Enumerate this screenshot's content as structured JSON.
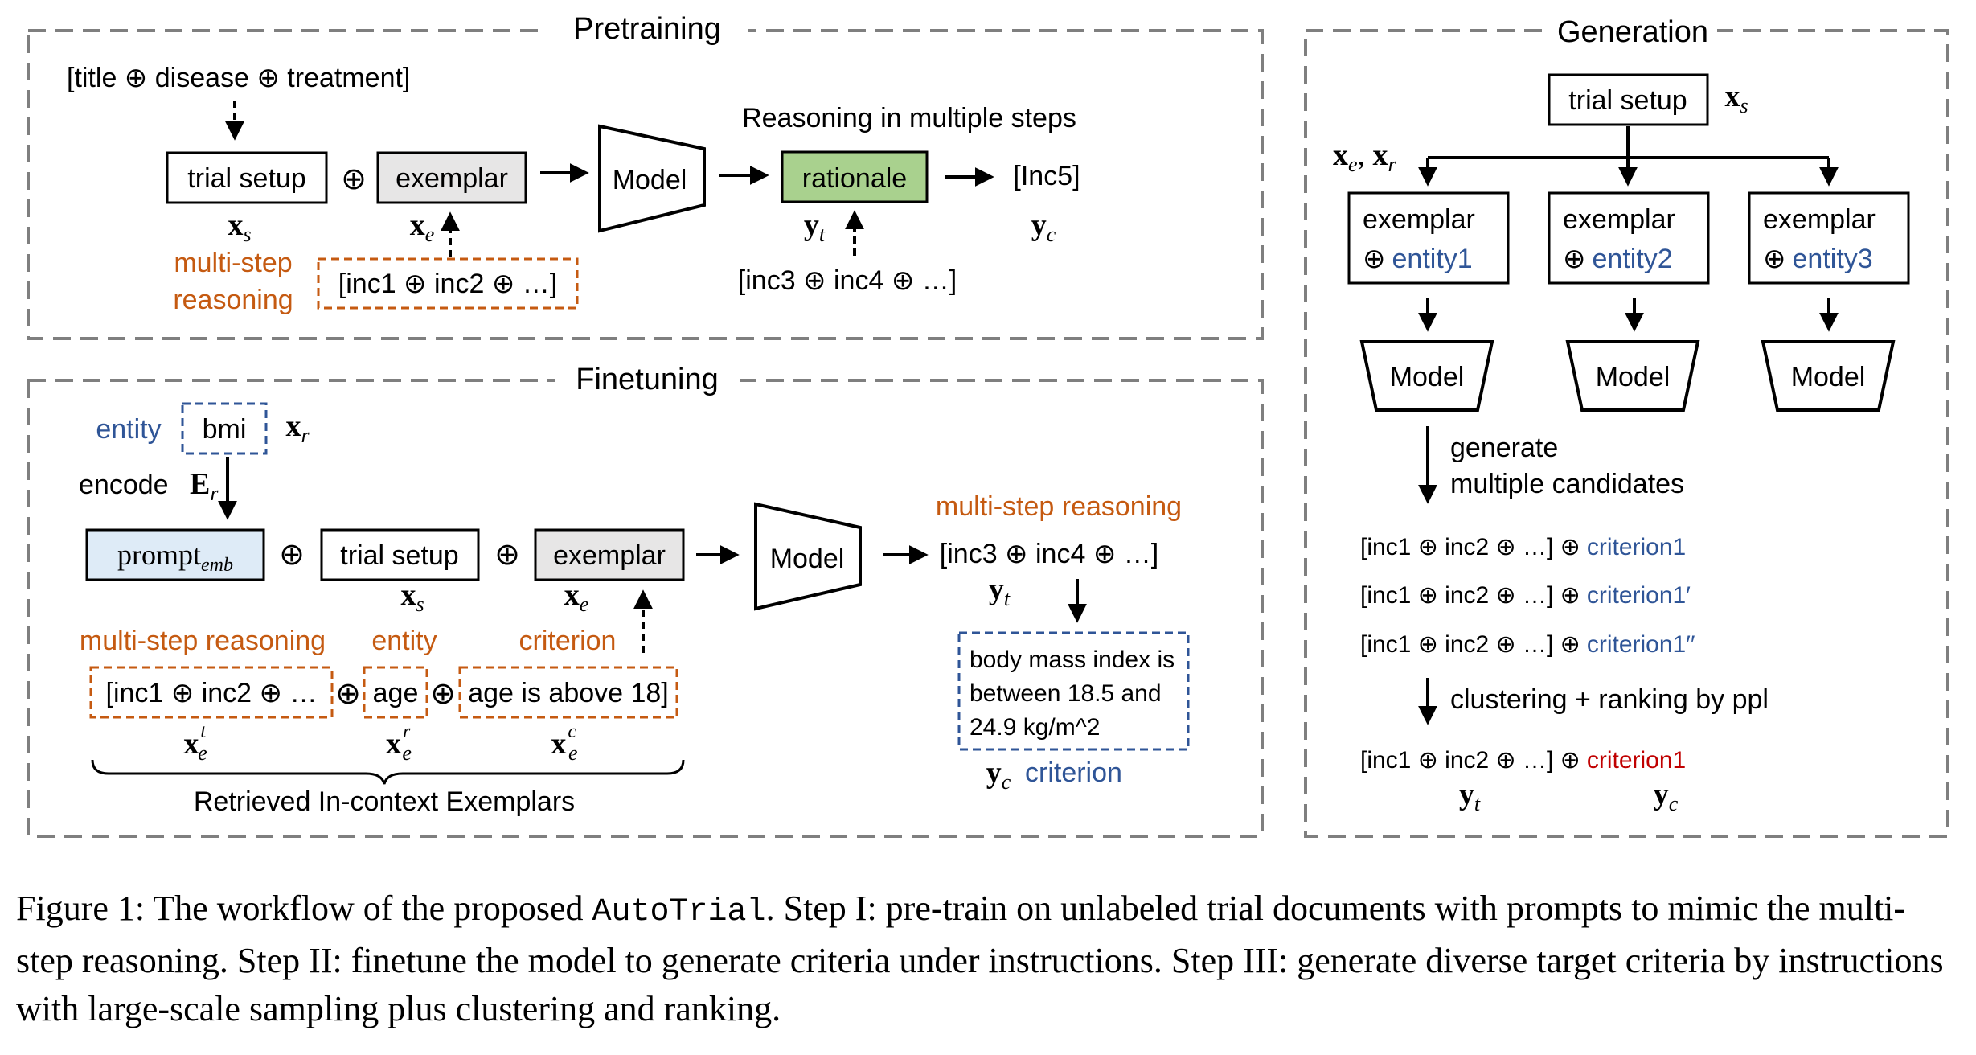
{
  "colors": {
    "panel_border": "#7f7f7f",
    "orange": "#c55a11",
    "blue": "#2f5597",
    "red": "#c00000",
    "green_fill": "#a9d18e",
    "gray_fill": "#e7e6e6",
    "blue_fill": "#deebf7"
  },
  "pretraining": {
    "title": "Pretraining",
    "input_concat": "[title ⊕ disease ⊕ treatment]",
    "trial_setup": "trial setup",
    "oplus": "⊕",
    "exemplar": "exemplar",
    "model": "Model",
    "reasoning_label": "Reasoning in multiple steps",
    "rationale": "rationale",
    "output_inc": "[Inc5]",
    "sym_xs": "x",
    "sub_s": "s",
    "sym_xe": "x",
    "sub_e": "e",
    "sym_yt": "y",
    "sub_t": "t",
    "sym_yc": "y",
    "sub_c": "c",
    "msr_line1": "multi-step",
    "msr_line2": "reasoning",
    "inc_chain_a": "[inc1 ⊕ inc2 ⊕ …]",
    "inc_chain_b": "[inc3 ⊕ inc4 ⊕ …]"
  },
  "finetuning": {
    "title": "Finetuning",
    "entity_label": "entity",
    "entity_value": "bmi",
    "sym_xr": "x",
    "sub_r": "r",
    "encode_label": "encode",
    "sym_Er": "E",
    "sub_Er": "r",
    "prompt_main": "prompt",
    "prompt_sub": "emb",
    "oplus": "⊕",
    "trial_setup": "trial setup",
    "exemplar": "exemplar",
    "model": "Model",
    "msr_label": "multi-step reasoning",
    "output_chain": "[inc3 ⊕ inc4 ⊕ …]",
    "sym_xs": "x",
    "sub_s": "s",
    "sym_xe": "x",
    "sub_e": "e",
    "sym_yt": "y",
    "sub_t": "t",
    "msr_label2": "multi-step reasoning",
    "entity_label2": "entity",
    "criterion_label": "criterion",
    "ex_chain": "[inc1 ⊕ inc2 ⊕ …",
    "ex_entity": "age",
    "ex_criterion": "age is above 18]",
    "sup_t": "t",
    "sup_r": "r",
    "sup_c": "c",
    "bracket_label": "Retrieved In-context Exemplars",
    "output_box_line1": "body mass index is",
    "output_box_line2": "between 18.5 and",
    "output_box_line3": "24.9 kg/m^2",
    "sym_yc": "y",
    "sub_c": "c",
    "criterion_label2": "criterion"
  },
  "generation": {
    "title": "Generation",
    "trial_setup": "trial setup",
    "sym_xs": "x",
    "sub_s": "s",
    "sym_xe_xr": "x",
    "sub_xe": "e",
    "sym_xr": "x",
    "sub_xr": "r",
    "exemplar": "exemplar",
    "oplus": "⊕",
    "entity1": "entity1",
    "entity2": "entity2",
    "entity3": "entity3",
    "model": "Model",
    "gen_line1": "generate",
    "gen_line2": "multiple candidates",
    "cand_prefix": "[inc1 ⊕ inc2 ⊕ …] ⊕",
    "cand1": "criterion1",
    "cand2": "criterion1′",
    "cand3": "criterion1′′",
    "cluster_label": "clustering + ranking by ppl",
    "final_prefix": "[inc1 ⊕ inc2 ⊕ …] ⊕",
    "final_criterion": "criterion1",
    "sym_yt": "y",
    "sub_t": "t",
    "sym_yc": "y",
    "sub_c": "c"
  },
  "caption": {
    "part1": "Figure 1: The workflow of the proposed ",
    "system_name": "AutoTrial",
    "part2": ". Step I: pre-train on unlabeled trial documents with prompts to mimic the multi-step reasoning. Step II: finetune the model to generate criteria under instructions. Step III: generate diverse target criteria by instructions with large-scale sampling plus clustering and ranking."
  }
}
